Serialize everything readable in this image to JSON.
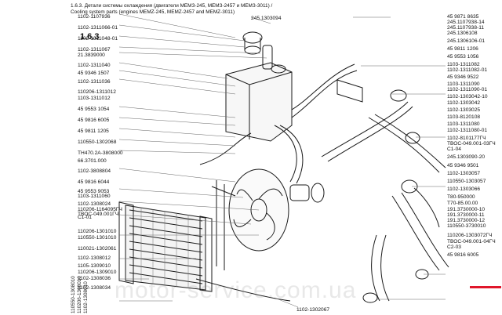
{
  "header": {
    "title_ru": "1.6.3. Детали системы охлаждения (двигатели МЕМЗ-245, МЕМЗ-2457 и МЕМЗ-3011) /",
    "title_en": "Cooling system parts (engines MEMZ-245, MEMZ-2457 and MEMZ-3011)",
    "section": "1.6.3"
  },
  "left_labels": [
    "1102-1107936",
    "1102-1311066-01",
    "1102-1311048-01",
    "1102-1311067",
    "21.3839000",
    "1102-1311040",
    "45 9346 1507",
    "1102-1311036",
    "110206-1311012",
    "1103-1311012",
    "45 9553 1054",
    "45 9816 6005",
    "45 9811 1205",
    "110550-1302068",
    "ТН470.2А-3808000",
    "66.3701.000",
    "1102-3808804",
    "45 9816 6044",
    "45 9553 9053",
    "1103-1311060",
    "1102-1308024",
    "110206-1164095ГЧ",
    "ТВОС-049.001ГЧ",
    "С1-01",
    "110206-1301010",
    "110550-1301010",
    "110021-1302061",
    "1102-1308012",
    "1105-1309010",
    "110206-1309010",
    "1102-1308036",
    "1102-1308034"
  ],
  "top_label": "245.1303094",
  "bottom_label": "1102-1302067",
  "right_labels": [
    "45 9871 8635",
    "245.1107938-14",
    "245.1107938-11",
    "245.1306108",
    "245.1306106-01",
    "45 9811 1206",
    "45 9553 1056",
    "1103-1311082",
    "1102-1311082-01",
    "45 9346 9522",
    "1103-1311090",
    "1102-1311090-01",
    "1102-1303042-10",
    "1102-1303042",
    "1102-1303025",
    "1103-8120108",
    "1103-1311080",
    "1102-1311080-01",
    "1102-8101177ГЧ",
    "ТВОС-049.001-03ГЧ",
    "С1-04",
    "245.1303090-20",
    "45 9346 9501",
    "1102-1303057",
    "110550-1303057",
    "1102-1303066",
    "Т80-950000",
    "Т70-85.00.00",
    "191.3730000-10",
    "191.3730000-11",
    "191.3730000-12",
    "110550-3730010",
    "110206-1303072ГЧ",
    "ТВОС-049.001-04ГЧ",
    "С2-03",
    "45 9816 6005"
  ],
  "vertical_labels": [
    "110550-1308010",
    "110206-1308010",
    "1102-1308010"
  ],
  "watermark": "motor-service.com.ua",
  "colors": {
    "line": "#1a1a1a",
    "highlight": "#e0162b",
    "background": "#ffffff"
  }
}
